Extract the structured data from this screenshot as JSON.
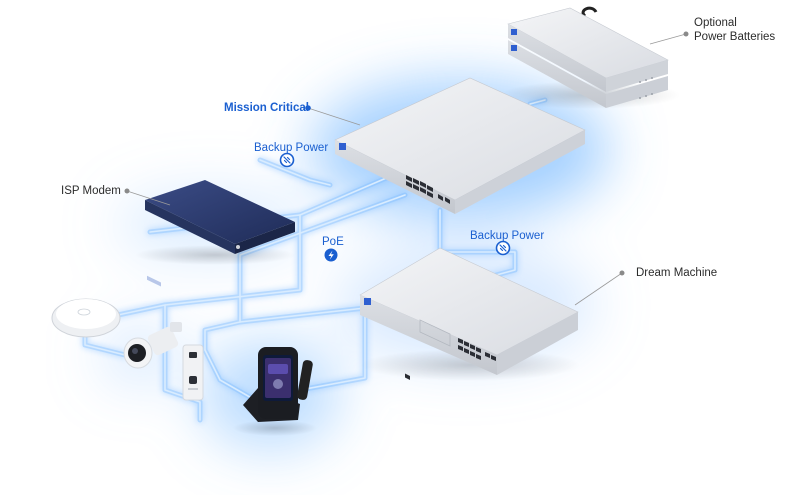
{
  "labels": {
    "optional_power_batteries_line1": "Optional",
    "optional_power_batteries_line2": "Power Batteries",
    "mission_critical": "Mission Critical",
    "backup_power_top": "Backup Power",
    "isp_modem": "ISP Modem",
    "poe": "PoE",
    "backup_power_right": "Backup Power",
    "dream_machine": "Dream Machine"
  },
  "icons": {
    "backup_power": "power-plug-icon",
    "poe": "lightning-bolt-icon"
  },
  "colors": {
    "accent_blue": "#1a5fd0",
    "glow_blue": "#59a9ff",
    "cable_light": "#cfe6ff",
    "label_text": "#2c2c2c",
    "leader_dot": "#8a8a8a",
    "device_silver": "#e6e8ec",
    "modem_navy": "#2a3a6e"
  }
}
